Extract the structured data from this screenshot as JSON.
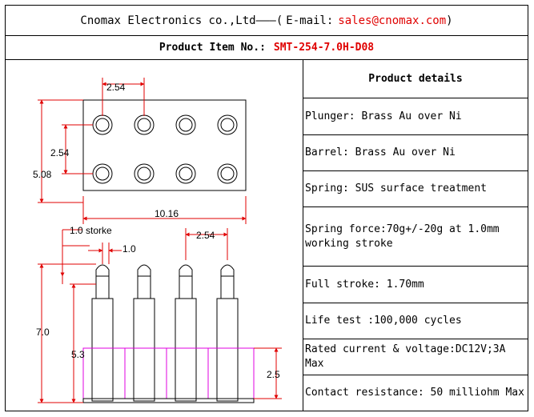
{
  "header": {
    "company": "Cnomax Electronics co.,Ltd",
    "dash": "———(",
    "email_label": "E-mail:",
    "email": "sales@cnomax.com",
    "close": ")"
  },
  "item": {
    "label": "Product Item No.:",
    "value": "SMT-254-7.0H-D08"
  },
  "drawing": {
    "dim_pitch_top": "2.54",
    "dim_row_pitch": "2.54",
    "dim_height": "5.08",
    "dim_width": "10.16",
    "dim_stroke_label": "1.0 storke",
    "dim_plunger": "1.0",
    "dim_pitch_side": "2.54",
    "dim_total_height": "7.0",
    "dim_body_height": "5.3",
    "dim_insulator": "2.5"
  },
  "details": {
    "heading": "Product details",
    "rows": [
      "Plunger: Brass Au over Ni",
      "Barrel: Brass Au over Ni",
      "Spring: SUS surface treatment",
      "Spring force:70g+/-20g at 1.0mm working stroke",
      "Full stroke: 1.70mm",
      "Life test :100,000 cycles",
      "Rated current & voltage:DC12V;3A Max",
      "Contact resistance: 50 milliohm Max"
    ]
  },
  "colors": {
    "dimension": "#e00000",
    "insulator": "#e000e0",
    "outline": "#000000"
  }
}
